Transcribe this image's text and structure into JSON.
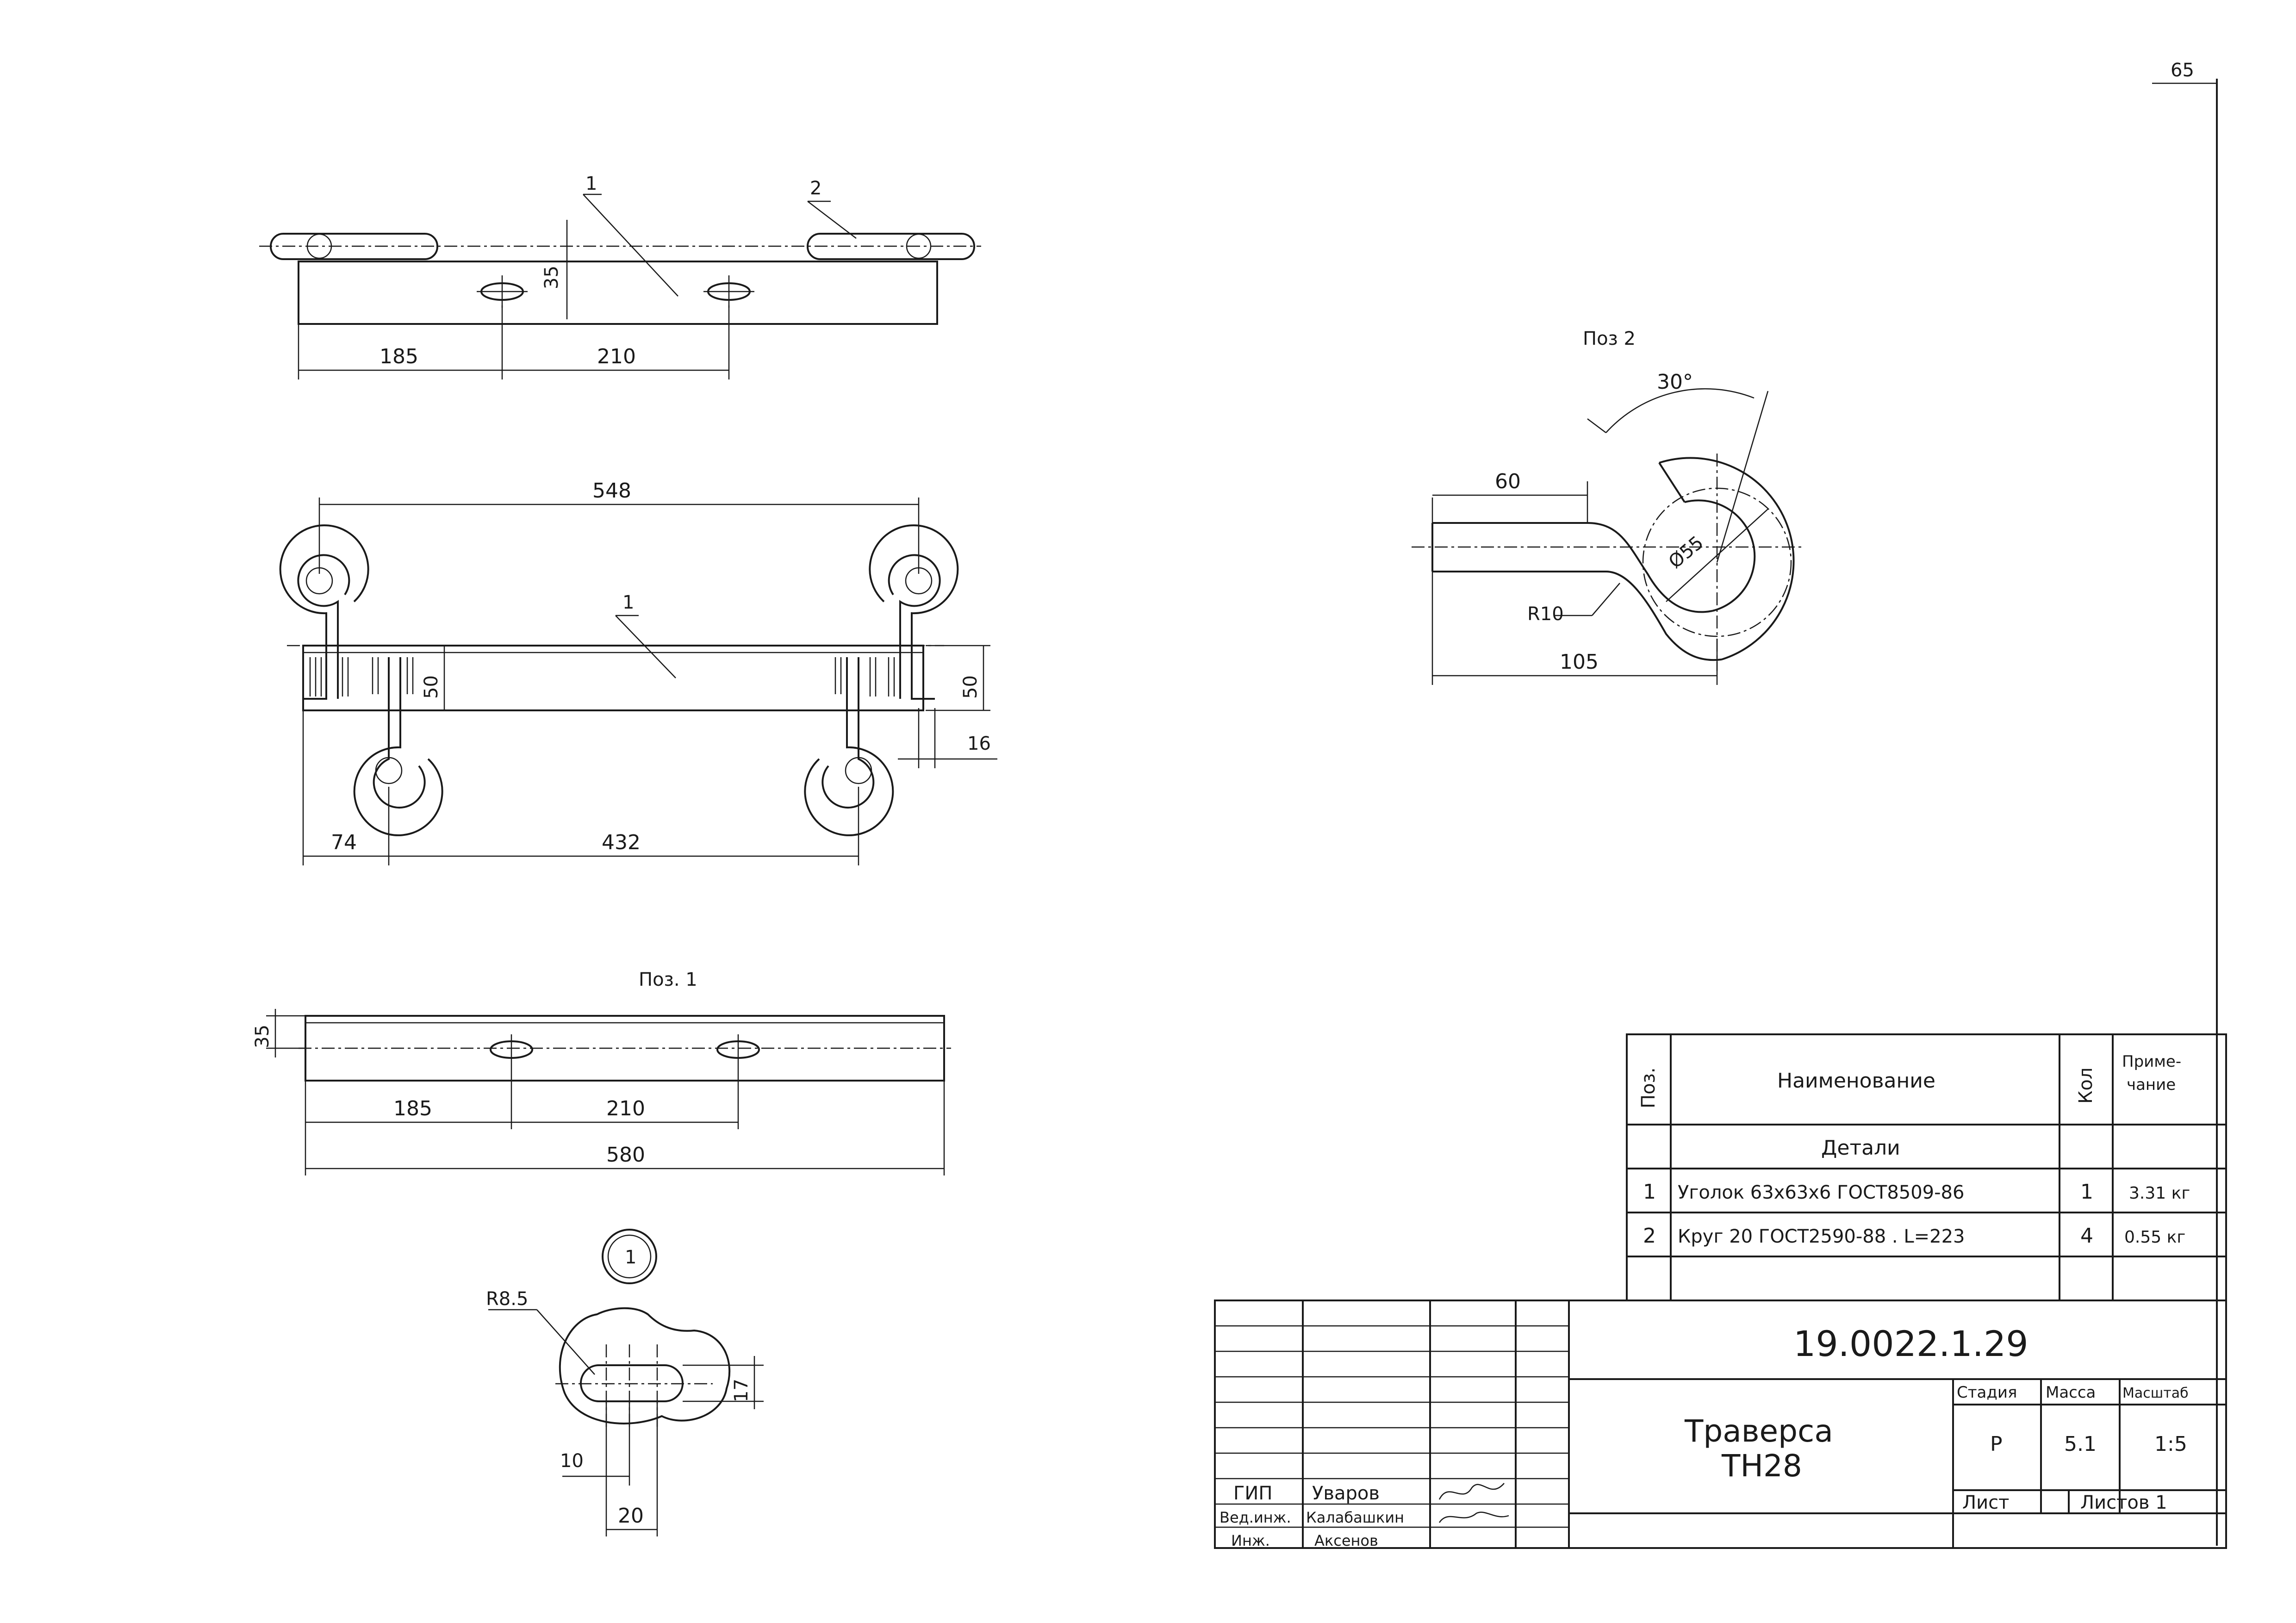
{
  "sheet_number": "65",
  "top_view": {
    "leader_1": "1",
    "leader_2": "2",
    "dim_hole_offset": "35",
    "dim_left": "185",
    "dim_between_holes": "210"
  },
  "front_view": {
    "dim_overall": "548",
    "leader_1": "1",
    "dim_height_left": "50",
    "dim_height_right": "50",
    "dim_hook_offset": "16",
    "dim_left": "74",
    "dim_between_hooks": "432"
  },
  "pos1": {
    "title": "Поз. 1",
    "dim_width": "35",
    "dim_left": "185",
    "dim_between_holes": "210",
    "dim_length": "580"
  },
  "detail1": {
    "marker": "1",
    "dim_radius": "R8.5",
    "dim_height": "17",
    "dim_slot_offset": "10",
    "dim_slot_length": "20"
  },
  "pos2": {
    "title": "Поз 2",
    "dim_angle": "30°",
    "dim_straight": "60",
    "dim_diameter": "Ø55",
    "dim_radius": "R10",
    "dim_length": "105"
  },
  "spec_table": {
    "headers": {
      "pos": "Поз.",
      "name": "Наименование",
      "qty": "Кол",
      "note": "Приме- чание"
    },
    "section": "Детали",
    "rows": [
      {
        "pos": "1",
        "name": "Уголок 63х63х6 ГОСТ8509-86",
        "qty": "1",
        "note": "3.31 кг"
      },
      {
        "pos": "2",
        "name": "Круг 20 ГОСТ2590-88 . L=223",
        "qty": "4",
        "note": "0.55 кг"
      }
    ]
  },
  "title_block": {
    "doc_code": "19.0022.1.29",
    "title_line1": "Траверса",
    "title_line2": "ТН28",
    "stage_label": "Стадия",
    "mass_label": "Масса",
    "scale_label": "Масштаб",
    "stage_value": "Р",
    "mass_value": "5.1",
    "scale_value": "1:5",
    "sheet_label": "Лист",
    "sheets_label": "Листов 1",
    "roles": [
      "ГИП",
      "Вед.инж.",
      "Инж."
    ],
    "names": [
      "Уваров",
      "Калабашкин",
      "Аксенов"
    ]
  }
}
